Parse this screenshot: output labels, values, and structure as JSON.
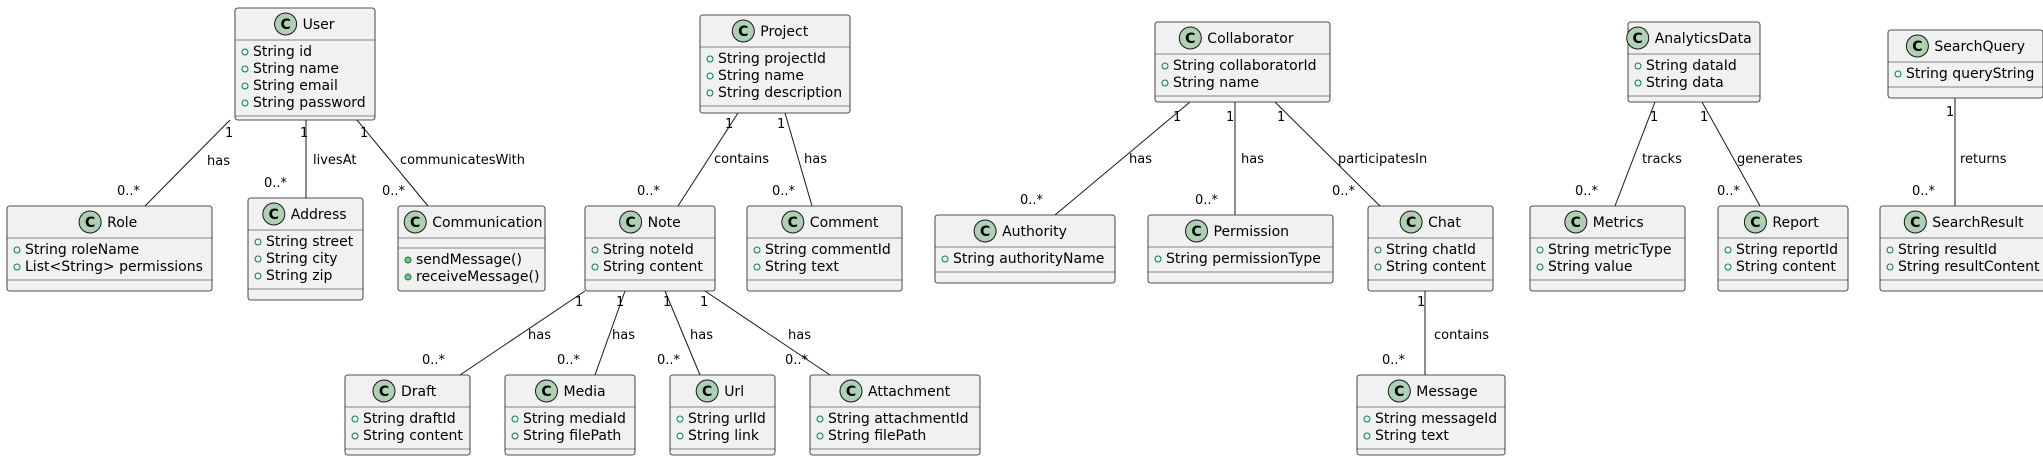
{
  "diagram": {
    "classes": [
      {
        "id": "user",
        "name": "User",
        "icon": "C",
        "fields": [
          "String id",
          "String name",
          "String email",
          "String password"
        ],
        "methods": []
      },
      {
        "id": "role",
        "name": "Role",
        "icon": "C",
        "fields": [
          "String roleName",
          "List<String> permissions"
        ],
        "methods": []
      },
      {
        "id": "address",
        "name": "Address",
        "icon": "C",
        "fields": [
          "String street",
          "String city",
          "String zip"
        ],
        "methods": []
      },
      {
        "id": "communication",
        "name": "Communication",
        "icon": "C",
        "fields": [],
        "methods": [
          "sendMessage()",
          "receiveMessage()"
        ]
      },
      {
        "id": "project",
        "name": "Project",
        "icon": "C",
        "fields": [
          "String projectId",
          "String name",
          "String description"
        ],
        "methods": []
      },
      {
        "id": "note",
        "name": "Note",
        "icon": "C",
        "fields": [
          "String noteId",
          "String content"
        ],
        "methods": []
      },
      {
        "id": "comment",
        "name": "Comment",
        "icon": "C",
        "fields": [
          "String commentId",
          "String text"
        ],
        "methods": []
      },
      {
        "id": "draft",
        "name": "Draft",
        "icon": "C",
        "fields": [
          "String draftId",
          "String content"
        ],
        "methods": []
      },
      {
        "id": "media",
        "name": "Media",
        "icon": "C",
        "fields": [
          "String mediaId",
          "String filePath"
        ],
        "methods": []
      },
      {
        "id": "url",
        "name": "Url",
        "icon": "C",
        "fields": [
          "String urlId",
          "String link"
        ],
        "methods": []
      },
      {
        "id": "attachment",
        "name": "Attachment",
        "icon": "C",
        "fields": [
          "String attachmentId",
          "String filePath"
        ],
        "methods": []
      },
      {
        "id": "collaborator",
        "name": "Collaborator",
        "icon": "C",
        "fields": [
          "String collaboratorId",
          "String name"
        ],
        "methods": []
      },
      {
        "id": "authority",
        "name": "Authority",
        "icon": "C",
        "fields": [
          "String authorityName"
        ],
        "methods": []
      },
      {
        "id": "permission",
        "name": "Permission",
        "icon": "C",
        "fields": [
          "String permissionType"
        ],
        "methods": []
      },
      {
        "id": "chat",
        "name": "Chat",
        "icon": "C",
        "fields": [
          "String chatId",
          "String content"
        ],
        "methods": []
      },
      {
        "id": "message",
        "name": "Message",
        "icon": "C",
        "fields": [
          "String messageId",
          "String text"
        ],
        "methods": []
      },
      {
        "id": "analytics",
        "name": "AnalyticsData",
        "icon": "C",
        "fields": [
          "String dataId",
          "String data"
        ],
        "methods": []
      },
      {
        "id": "metrics",
        "name": "Metrics",
        "icon": "C",
        "fields": [
          "String metricType",
          "String value"
        ],
        "methods": []
      },
      {
        "id": "report",
        "name": "Report",
        "icon": "C",
        "fields": [
          "String reportId",
          "String content"
        ],
        "methods": []
      },
      {
        "id": "searchquery",
        "name": "SearchQuery",
        "icon": "C",
        "fields": [
          "String queryString"
        ],
        "methods": []
      },
      {
        "id": "searchresult",
        "name": "SearchResult",
        "icon": "C",
        "fields": [
          "String resultId",
          "String resultContent"
        ],
        "methods": []
      }
    ],
    "relations": [
      {
        "from": "user",
        "to": "role",
        "label": "has",
        "from_mult": "1",
        "to_mult": "0..*"
      },
      {
        "from": "user",
        "to": "address",
        "label": "livesAt",
        "from_mult": "1",
        "to_mult": "0..*"
      },
      {
        "from": "user",
        "to": "communication",
        "label": "communicatesWith",
        "from_mult": "1",
        "to_mult": "0..*"
      },
      {
        "from": "project",
        "to": "note",
        "label": "contains",
        "from_mult": "1",
        "to_mult": "0..*"
      },
      {
        "from": "project",
        "to": "comment",
        "label": "has",
        "from_mult": "1",
        "to_mult": "0..*"
      },
      {
        "from": "note",
        "to": "draft",
        "label": "has",
        "from_mult": "1",
        "to_mult": "0..*"
      },
      {
        "from": "note",
        "to": "media",
        "label": "has",
        "from_mult": "1",
        "to_mult": "0..*"
      },
      {
        "from": "note",
        "to": "url",
        "label": "has",
        "from_mult": "1",
        "to_mult": "0..*"
      },
      {
        "from": "note",
        "to": "attachment",
        "label": "has",
        "from_mult": "1",
        "to_mult": "0..*"
      },
      {
        "from": "collaborator",
        "to": "authority",
        "label": "has",
        "from_mult": "1",
        "to_mult": "0..*"
      },
      {
        "from": "collaborator",
        "to": "permission",
        "label": "has",
        "from_mult": "1",
        "to_mult": "0..*"
      },
      {
        "from": "collaborator",
        "to": "chat",
        "label": "participatesIn",
        "from_mult": "1",
        "to_mult": "0..*"
      },
      {
        "from": "chat",
        "to": "message",
        "label": "contains",
        "from_mult": "1",
        "to_mult": "0..*"
      },
      {
        "from": "analytics",
        "to": "metrics",
        "label": "tracks",
        "from_mult": "1",
        "to_mult": "0..*"
      },
      {
        "from": "analytics",
        "to": "report",
        "label": "generates",
        "from_mult": "1",
        "to_mult": "0..*"
      },
      {
        "from": "searchquery",
        "to": "searchresult",
        "label": "returns",
        "from_mult": "1",
        "to_mult": "0..*"
      }
    ],
    "colors": {
      "box_fill": "#f1f1f1",
      "stroke": "#181818",
      "class_icon": "#add1b2",
      "visibility_icon": "#84be84"
    }
  }
}
